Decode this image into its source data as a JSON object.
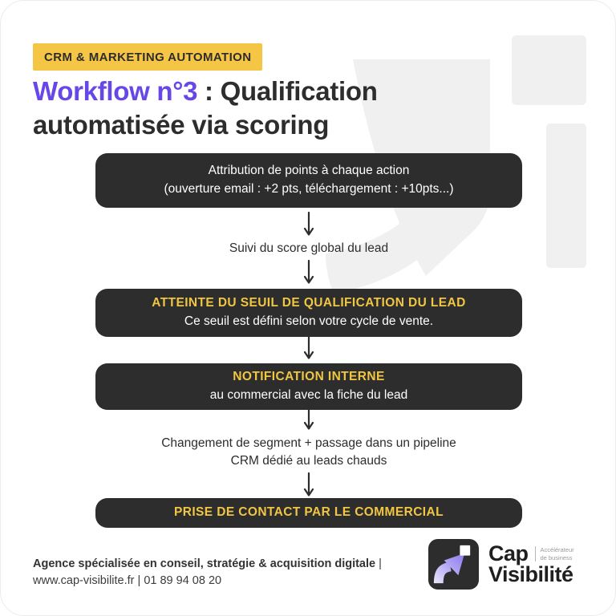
{
  "colors": {
    "accent_purple": "#6747E8",
    "badge_yellow": "#F5C545",
    "box_dark": "#2D2D2D",
    "box_yellow_text": "#F0C643",
    "watermark_gray": "#F0F0F0"
  },
  "header": {
    "badge": "CRM & MARKETING AUTOMATION",
    "title_highlight": "Workflow n°3",
    "title_line1_rest": " : Qualification",
    "title_line2": "automatisée via scoring"
  },
  "flow": {
    "box1": {
      "line1": "Attribution de points à chaque action",
      "line2": "(ouverture email : +2 pts, téléchargement : +10pts...)"
    },
    "step2_text": "Suivi du score global du lead",
    "box3": {
      "heading": "ATTEINTE DU SEUIL DE QUALIFICATION DU LEAD",
      "sub": "Ce seuil est défini selon votre cycle de vente."
    },
    "box4": {
      "heading": "NOTIFICATION INTERNE",
      "sub": "au commercial avec la fiche du lead"
    },
    "step5_line1": "Changement de segment + passage dans un pipeline",
    "step5_line2": "CRM dédié au leads chauds",
    "box6": {
      "heading": "PRISE DE CONTACT PAR LE COMMERCIAL"
    }
  },
  "footer": {
    "tagline_bold": "Agence spécialisée en conseil, stratégie & acquisition digitale",
    "separator": " |",
    "contact": "www.cap-visibilite.fr | 01 89 94 08 20"
  },
  "logo": {
    "name_line1": "Cap",
    "name_line2": "Visibilité",
    "tagline_line1": "Accélérateur",
    "tagline_line2": "de business"
  }
}
